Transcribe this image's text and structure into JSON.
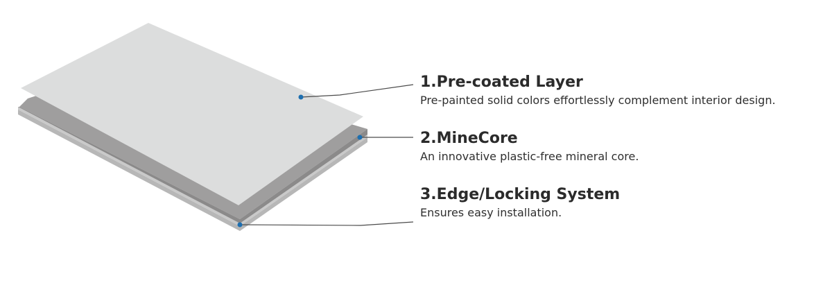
{
  "layers": [
    {
      "title": "1.Pre-coated Layer",
      "description": "Pre-painted solid colors effortlessly complement interior design."
    },
    {
      "title": "2.MineCore",
      "description": "An innovative plastic-free mineral core."
    },
    {
      "title": "3.Edge/Locking System",
      "description": "Ensures easy installation."
    }
  ],
  "colors": {
    "top_layer": "#dcdddd",
    "core_top": "#9f9e9e",
    "core_edge": "#8b8a8a",
    "edge_highlight": "#c9c9c9",
    "bottom_edge": "#b7b7b7",
    "leader_line": "#4a4a4a",
    "marker_dot": "#1e6fb0",
    "text": "#2b2b2b"
  }
}
